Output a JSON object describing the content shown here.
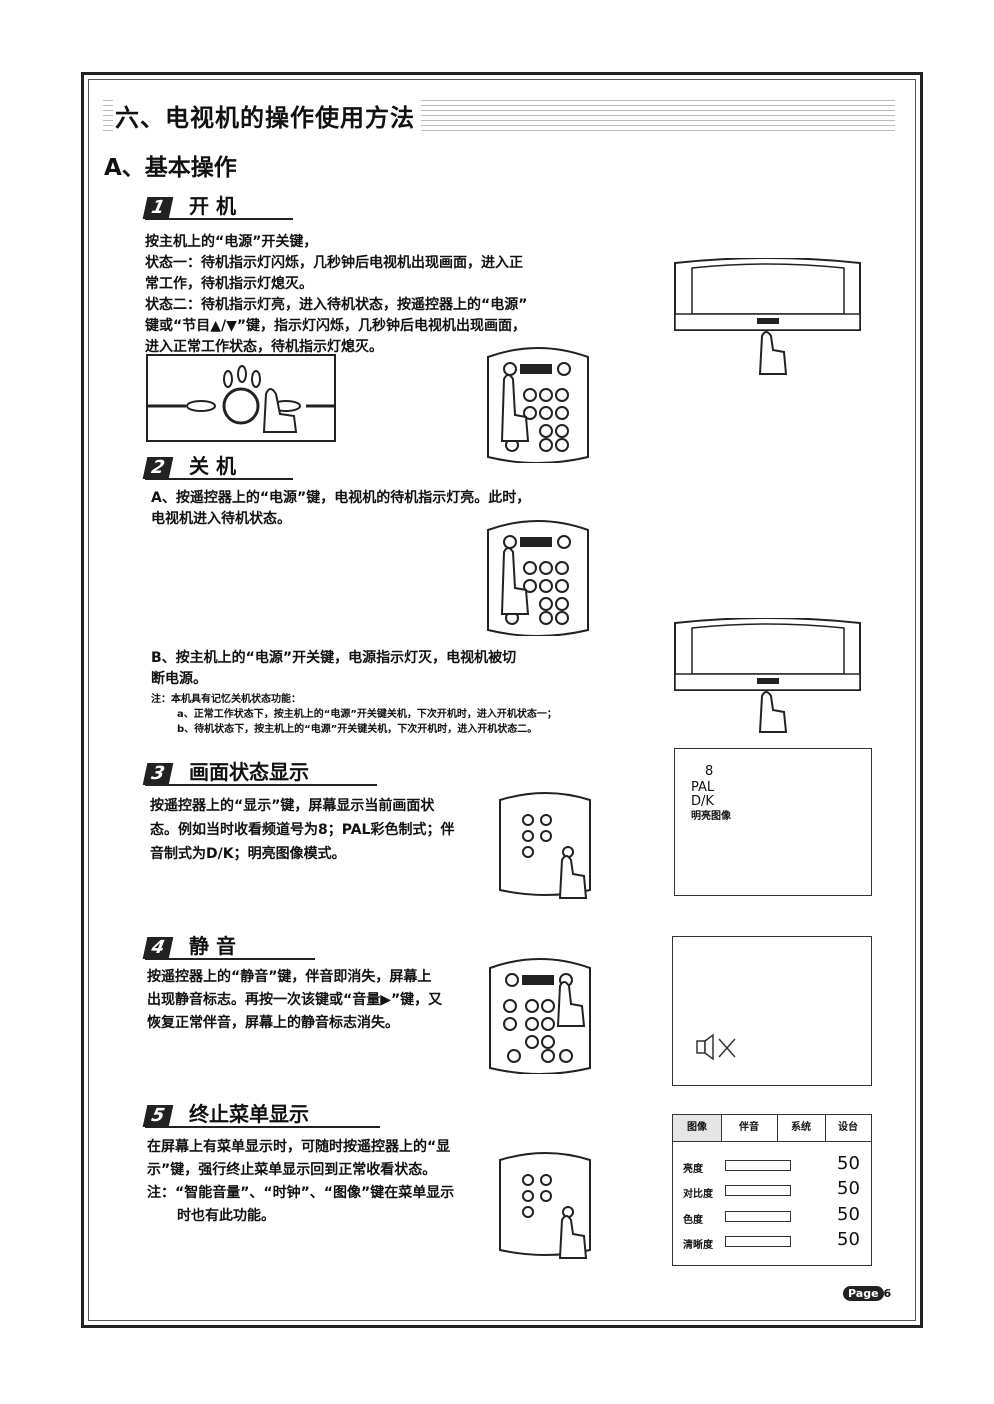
{
  "chapter_title": "六、电视机的操作使用方法",
  "section_a": "A、基本操作",
  "s1": {
    "num": "1",
    "title": "开 机",
    "lines": [
      "按主机上的“电源”开关键，",
      "状态一：待机指示灯闪烁，几秒钟后电视机出现画面，进入正",
      "常工作，待机指示灯熄灭。",
      "状态二：待机指示灯亮，进入待机状态，按遥控器上的“电源”",
      "键或“节目▲/▼”键，指示灯闪烁，几秒钟后电视机出现画面，",
      "进入正常工作状态，待机指示灯熄灭。"
    ]
  },
  "s2": {
    "num": "2",
    "title": "关 机",
    "a_lines": [
      "A、按遥控器上的“电源”键，电视机的待机指示灯亮。此时，",
      "电视机进入待机状态。"
    ],
    "b_lines": [
      "B、按主机上的“电源”开关键，电源指示灯灭，电视机被切",
      "断电源。"
    ],
    "note_title": "注：本机具有记忆关机状态功能：",
    "note_a": "a、正常工作状态下，按主机上的“电源”开关键关机，下次开机时，进入开机状态一；",
    "note_b": "b、待机状态下，按主机上的“电源”开关键关机，下次开机时，进入开机状态二。"
  },
  "s3": {
    "num": "3",
    "title": "画面状态显示",
    "lines": [
      "按遥控器上的“显示”键，屏幕显示当前画面状",
      "态。例如当时收看频道号为8；PAL彩色制式；伴",
      "音制式为D/K；明亮图像模式。"
    ],
    "osd": [
      "8",
      "PAL",
      "D/K",
      "明亮图像"
    ]
  },
  "s4": {
    "num": "4",
    "title": "静 音",
    "lines": [
      "按遥控器上的“静音”键，伴音即消失，屏幕上",
      "出现静音标志。再按一次该键或“音量▶”键，又",
      "恢复正常伴音，屏幕上的静音标志消失。"
    ]
  },
  "s5": {
    "num": "5",
    "title": "终止菜单显示",
    "lines": [
      "在屏幕上有菜单显示时，可随时按遥控器上的“显",
      "示”键，强行终止菜单显示回到正常收看状态。",
      "注：“智能音量”、“时钟”、“图像”键在菜单显示",
      "时也有此功能。"
    ],
    "menu_tabs": [
      "图像",
      "伴音",
      "系统",
      "设台"
    ],
    "menu_rows": [
      {
        "label": "亮度",
        "value": "50"
      },
      {
        "label": "对比度",
        "value": "50"
      },
      {
        "label": "色度",
        "value": "50"
      },
      {
        "label": "清晰度",
        "value": "50"
      }
    ]
  },
  "page_label": "Page",
  "page_number": "6"
}
